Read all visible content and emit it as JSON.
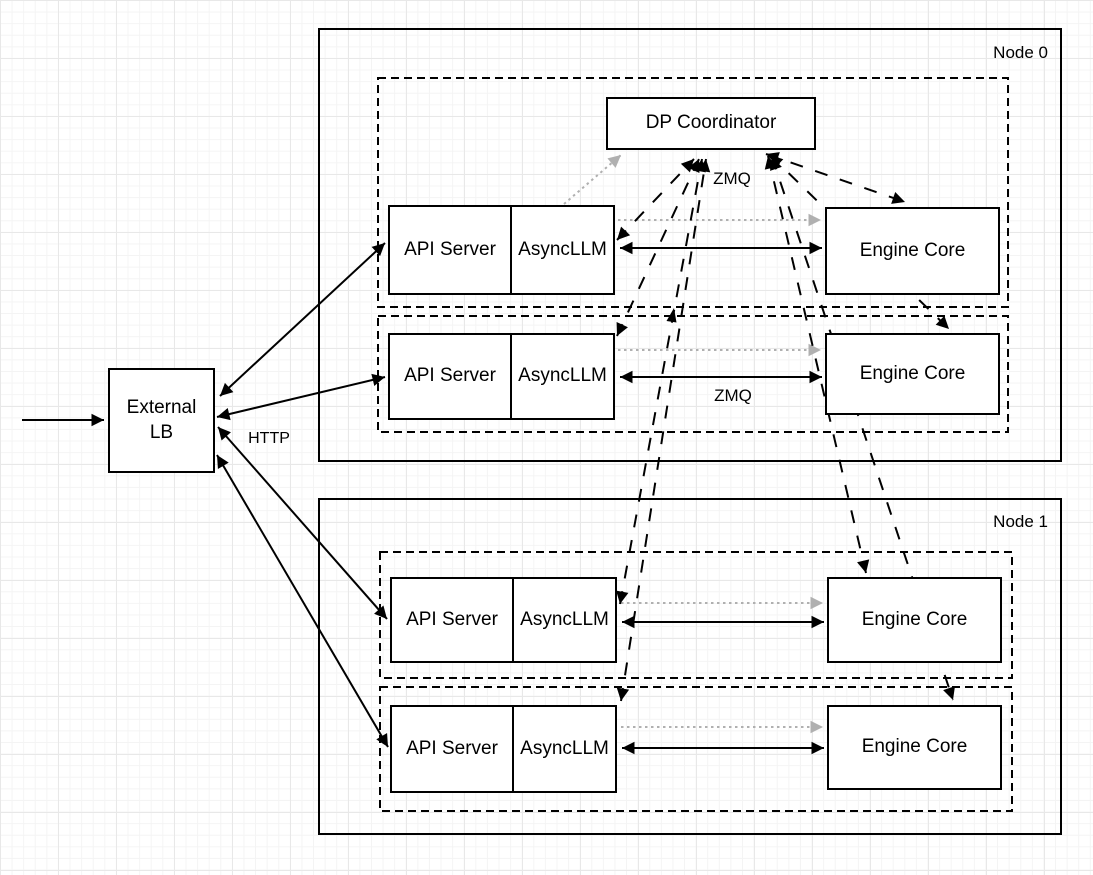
{
  "canvas": {
    "background": "#ffffff",
    "grid_minor_color": "#f4f4f4",
    "grid_major_color": "#e8e8e8"
  },
  "colors": {
    "stroke": "#000000",
    "shape_fill": "#ffffff",
    "dotted_arrow_gray": "#b0b0b0"
  },
  "containers": {
    "node0_label": "Node 0",
    "node1_label": "Node 1"
  },
  "shapes": {
    "external_lb_line1": "External",
    "external_lb_line2": "LB",
    "dp_coordinator": "DP Coordinator",
    "api_server": "API Server",
    "asyncllm": "AsyncLLM",
    "engine_core": "Engine Core"
  },
  "edge_labels": {
    "zmq_top": "ZMQ",
    "zmq_row": "ZMQ",
    "http": "HTTP"
  }
}
